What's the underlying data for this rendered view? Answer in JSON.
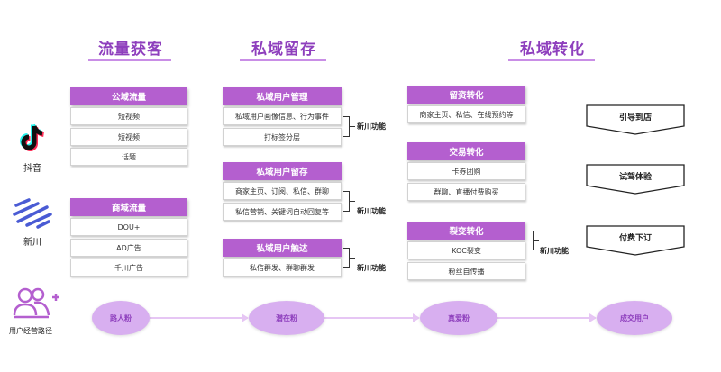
{
  "stages": {
    "acquire": "流量获客",
    "retain": "私域留存",
    "convert": "私域转化"
  },
  "platforms": {
    "douyin": "抖音",
    "xinchuan": "新川"
  },
  "public_traffic": {
    "header": "公域流量",
    "items": [
      "短视频",
      "短视频",
      "话题"
    ]
  },
  "commerce_traffic": {
    "header": "商域流量",
    "items": [
      "DOU+",
      "AD广告",
      "千川广告"
    ]
  },
  "user_management": {
    "header": "私域用户管理",
    "items": [
      "私域用户画像信息、行为事件",
      "打标签分层"
    ]
  },
  "user_retention": {
    "header": "私域用户留存",
    "items": [
      "商家主页、订阅、私信、群聊",
      "私信营销、关键词自动回复等"
    ]
  },
  "user_reach": {
    "header": "私域用户触达",
    "items": [
      "私信群发、群聊群发"
    ]
  },
  "leads_conversion": {
    "header": "留资转化",
    "items": [
      "商家主页、私信、在线预约等"
    ]
  },
  "deal_conversion": {
    "header": "交易转化",
    "items": [
      "卡券团购",
      "群聊、直播付费购买"
    ]
  },
  "fission_conversion": {
    "header": "裂变转化",
    "items": [
      "KOC裂变",
      "粉丝自传播"
    ]
  },
  "xinchuan_feature": "新川功能",
  "funnel_steps": [
    "引导到店",
    "试驾体验",
    "付费下订"
  ],
  "path": {
    "label": "用户经营路径",
    "nodes": [
      "路人粉",
      "潜在粉",
      "真爱粉",
      "成交用户"
    ]
  },
  "colors": {
    "accent": "#8e3fbd",
    "header_bg": "#b45fcf",
    "ellipse_bg": "#d8aff0",
    "path_line": "#e6c6f4"
  }
}
